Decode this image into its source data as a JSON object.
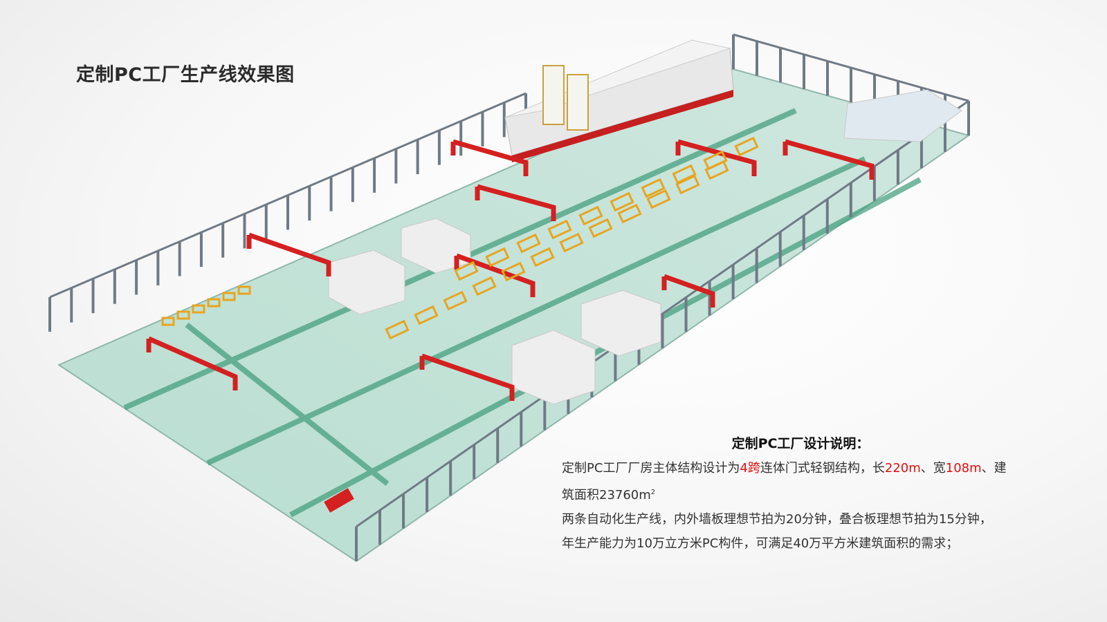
{
  "title": "定制PC工厂生产线效果图",
  "description": {
    "heading": "定制PC工厂设计说明：",
    "line1": {
      "a": "定制PC工厂厂房主体结构设计为",
      "span_count": "4跨",
      "b": "连体门式轻钢结构，长",
      "length": "220m",
      "c": "、宽",
      "width": "108m",
      "d": "、建"
    },
    "line2": {
      "a": "筑面积23760m",
      "sup": "2"
    },
    "line3": "两条自动化生产线，内外墙板理想节拍为20分钟，叠合板理想节拍为15分钟，",
    "line4": "年生产能力为10万立方米PC构件，可满足40万平方米建筑面积的需求；"
  },
  "colors": {
    "accent": "#e01010",
    "floor": "#a9d6c6",
    "gantry": "#d42020",
    "steel": "#6f7a86"
  }
}
